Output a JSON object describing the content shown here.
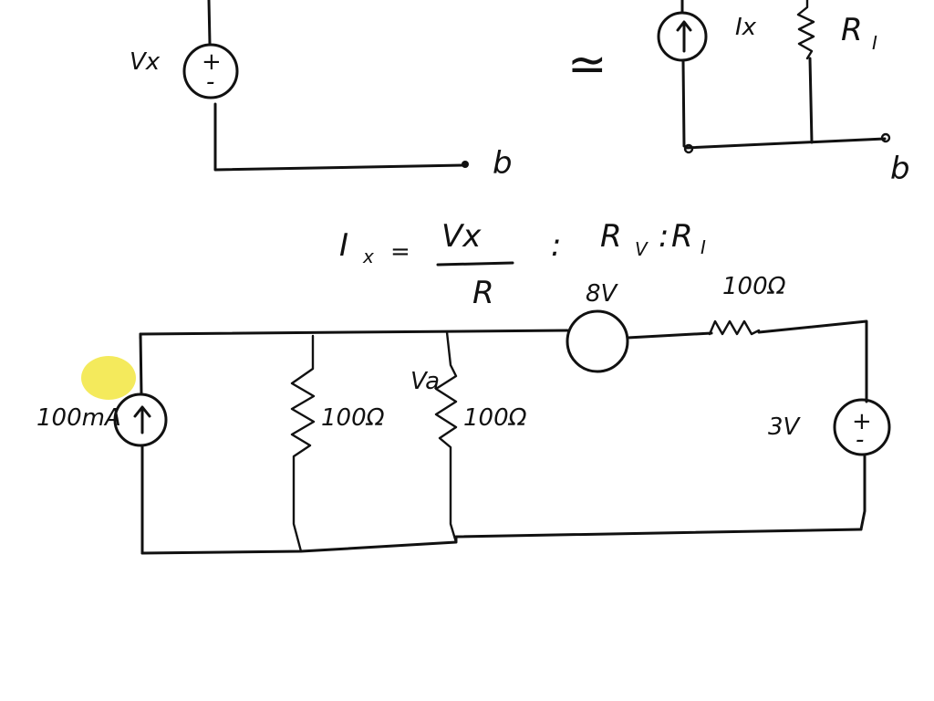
{
  "colors": {
    "ink": "#111111",
    "highlight": "#f3e84a",
    "background": "#ffffff"
  },
  "top_left": {
    "source_label": "Vx",
    "source_polarity_plus": "+",
    "source_polarity_minus": "-",
    "terminal_b": "b"
  },
  "equivalence": {
    "symbol": "≃"
  },
  "top_right": {
    "current_label": "Ix",
    "resistor_label": "R",
    "resistor_subscript": "I",
    "terminal_b": "b"
  },
  "equations": {
    "lhs": "I",
    "lhs_sub": "x",
    "equals": "=",
    "numerator": "Vx",
    "denominator": "R",
    "separator": ":",
    "rhs_left": "R",
    "rhs_left_sub": "V",
    "rhs_colon": ":",
    "rhs_right": "R",
    "rhs_right_sub": "I"
  },
  "circuit": {
    "current_source_label": "100mA",
    "resistor_1_label": "100Ω",
    "resistor_2_label": "100Ω",
    "node_label": "Va",
    "voltage_source_top_label": "8V",
    "series_resistor_label": "100Ω",
    "voltage_source_right_label": "3V",
    "right_source_plus": "+",
    "right_source_minus": "-"
  }
}
